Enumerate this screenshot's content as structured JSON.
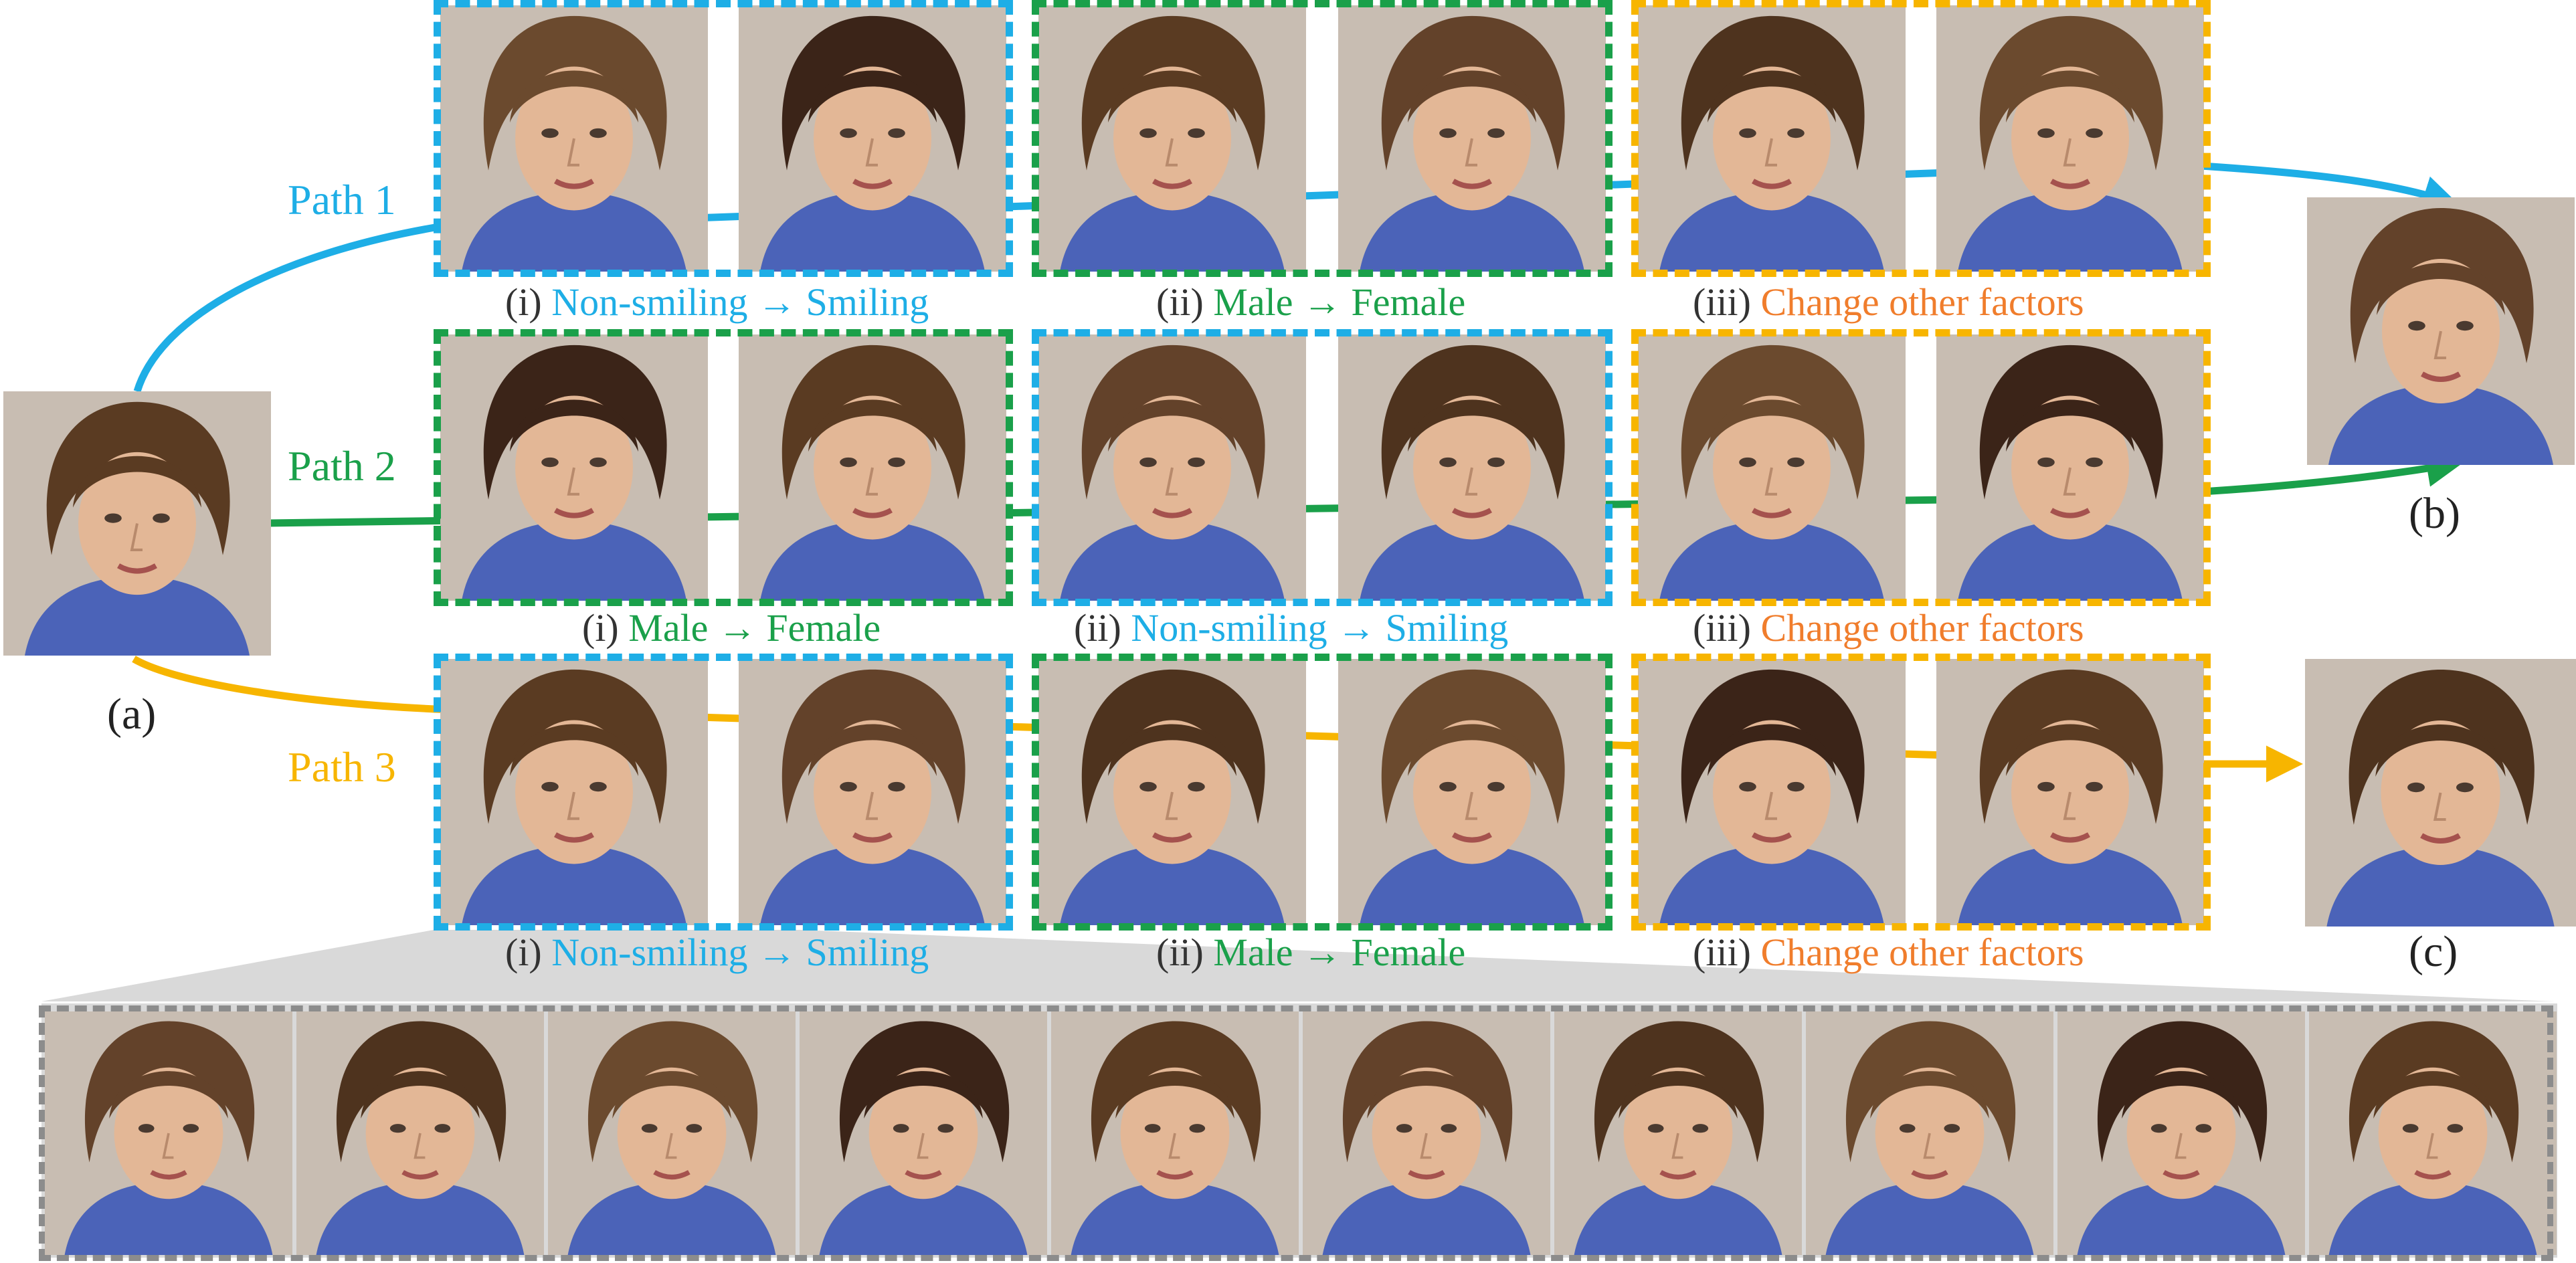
{
  "labels": {
    "a": "(a)",
    "b": "(b)",
    "c": "(c)"
  },
  "paths": [
    {
      "name": "Path 1",
      "color": "#1eaee6",
      "steps": [
        {
          "numeral": "(i)",
          "text": "Non-smiling → Smiling",
          "color": "#1eaee6"
        },
        {
          "numeral": "(ii)",
          "text": "Male → Female",
          "color": "#1aa04a"
        },
        {
          "numeral": "(iii)",
          "text": "Change other factors",
          "color": "#f07d2c"
        }
      ]
    },
    {
      "name": "Path 2",
      "color": "#1aa04a",
      "steps": [
        {
          "numeral": "(i)",
          "text": "Male → Female",
          "color": "#1aa04a"
        },
        {
          "numeral": "(ii)",
          "text": "Non-smiling → Smiling",
          "color": "#1eaee6"
        },
        {
          "numeral": "(iii)",
          "text": "Change other factors",
          "color": "#f07d2c"
        }
      ]
    },
    {
      "name": "Path 3",
      "color": "#f7b500",
      "steps": [
        {
          "numeral": "(i)",
          "text": "Non-smiling → Smiling",
          "color": "#1eaee6"
        },
        {
          "numeral": "(ii)",
          "text": "Male → Female",
          "color": "#1aa04a"
        },
        {
          "numeral": "(iii)",
          "text": "Change other factors",
          "color": "#f07d2c"
        }
      ]
    }
  ],
  "colors": {
    "smiling_frame": "#1eaee6",
    "gender_frame": "#1aa04a",
    "other_frame": "#f7b500",
    "strip_frame": "#8c8c8c",
    "strip_background": "#d9d9d9"
  }
}
